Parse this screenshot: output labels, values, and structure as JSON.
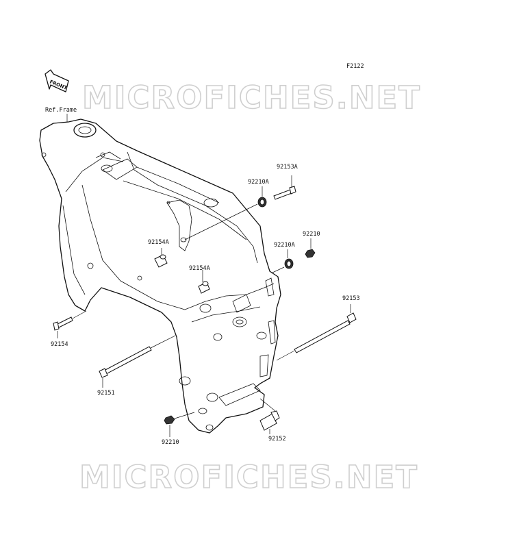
{
  "diagram": {
    "figure_code": "F2122",
    "front_arrow_text": "FRONT",
    "watermark_top": "MICROFICHES.NET",
    "watermark_bottom": "MICROFICHES.NET",
    "ref_label": "Ref.Frame",
    "parts": {
      "p92153A": "92153A",
      "p92210A_top": "92210A",
      "p92154A_upper": "92154A",
      "p92210": "92210",
      "p92210A_mid": "92210A",
      "p92154A_mid": "92154A",
      "p92153": "92153",
      "p92154": "92154",
      "p92151": "92151",
      "p92152": "92152",
      "p92210_bottom": "92210"
    }
  }
}
